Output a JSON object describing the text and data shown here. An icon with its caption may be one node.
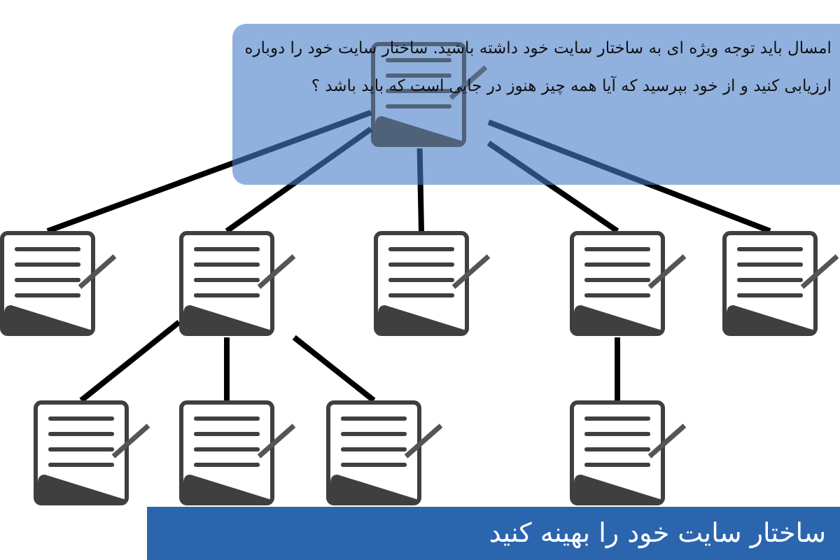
{
  "diagram": {
    "title": "ساختار سایت خود را بهینه کنید",
    "nodes": [
      {
        "text": [
          "امسال باید توجه ویژه ای به ساختار سایت خود داشته باشید. ساختار سایت خود را دوباره ارزیابی کنید و از خود بپرسید که آیا همه چیز هنوز در جایی است که باید باشد ؟"
        ]
      },
      {
        "text": [],
        "shape": "document",
        "in": 0
      },
      {
        "text": [],
        "shape": "document"
      },
      {
        "text": [],
        "shape": "document"
      },
      {
        "text": [],
        "shape": "document"
      },
      {
        "text": [],
        "shape": "document"
      },
      {
        "text": [],
        "shape": "document"
      },
      {
        "text": [],
        "shape": "document"
      },
      {
        "text": [],
        "shape": "document"
      },
      {
        "text": [],
        "shape": "document"
      },
      {
        "text": [],
        "shape": "document"
      }
    ],
    "edges": [
      {
        "from": 1,
        "to": 2,
        "arrow": "none"
      },
      {
        "from": 1,
        "to": 3,
        "arrow": "none"
      },
      {
        "from": 1,
        "to": 4,
        "arrow": "none"
      },
      {
        "from": 1,
        "to": 5,
        "arrow": "none"
      },
      {
        "from": 1,
        "to": 6,
        "arrow": "none"
      },
      {
        "from": 3,
        "to": 7,
        "arrow": "none"
      },
      {
        "from": 3,
        "to": 8,
        "arrow": "none"
      },
      {
        "from": 3,
        "to": 9,
        "arrow": "none"
      },
      {
        "from": 5,
        "to": 10,
        "arrow": "none"
      }
    ]
  }
}
